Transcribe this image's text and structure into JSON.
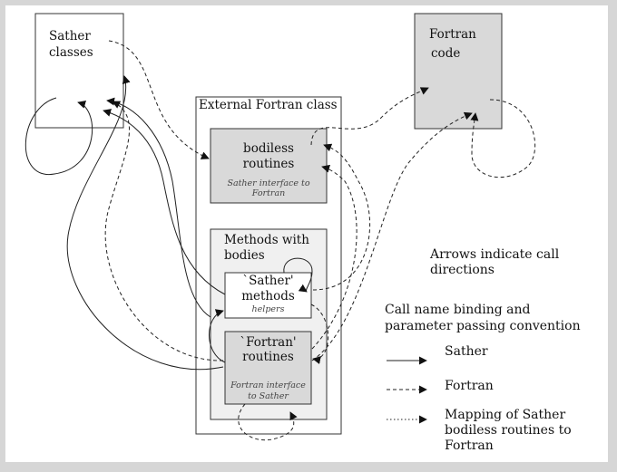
{
  "boxes": {
    "sather_classes": {
      "line1": "Sather",
      "line2": "classes"
    },
    "fortran_code": {
      "line1": "Fortran",
      "line2": "code"
    },
    "external_class": {
      "title": "External Fortran class"
    },
    "bodiless": {
      "line1": "bodiless",
      "line2": "routines",
      "note1": "Sather interface to",
      "note2": "Fortran"
    },
    "methods_with_bodies": {
      "line1": "Methods with",
      "line2": "bodies"
    },
    "sather_methods": {
      "line1": "`Sather'",
      "line2": "methods",
      "note": "helpers"
    },
    "fortran_routines": {
      "line1": "`Fortran'",
      "line2": "routines",
      "note1": "Fortran interface",
      "note2": "to Sather"
    }
  },
  "legend": {
    "arrows_line1": "Arrows indicate call",
    "arrows_line2": "directions",
    "binding_line1": "Call name binding and",
    "binding_line2": "parameter passing convention",
    "sather": "Sather",
    "fortran": "Fortran",
    "mapping_line1": "Mapping of Sather",
    "mapping_line2": "bodiless routines to",
    "mapping_line3": "Fortran"
  },
  "colors": {
    "box_fill_gray": "#d9d9d9",
    "inner_fill": "#f0f0f0",
    "line": "#222222"
  }
}
